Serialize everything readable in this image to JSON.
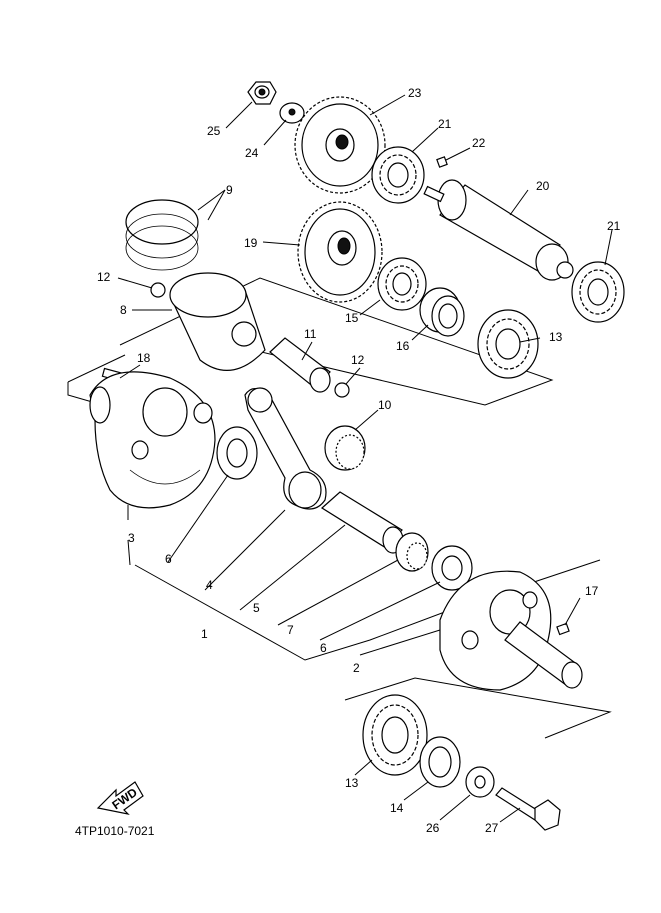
{
  "diagram_code": "4TP1010-7021",
  "fwd_label": "FWD",
  "callouts": {
    "c1": "1",
    "c2": "2",
    "c3": "3",
    "c4": "4",
    "c5": "5",
    "c6a": "6",
    "c6b": "6",
    "c7": "7",
    "c8": "8",
    "c9": "9",
    "c10": "10",
    "c11": "11",
    "c12a": "12",
    "c12b": "12",
    "c13a": "13",
    "c13b": "13",
    "c14": "14",
    "c15": "15",
    "c16": "16",
    "c17": "17",
    "c18": "18",
    "c19": "19",
    "c20": "20",
    "c21a": "21",
    "c21b": "21",
    "c22": "22",
    "c23": "23",
    "c24": "24",
    "c25": "25",
    "c26": "26",
    "c27": "27"
  }
}
